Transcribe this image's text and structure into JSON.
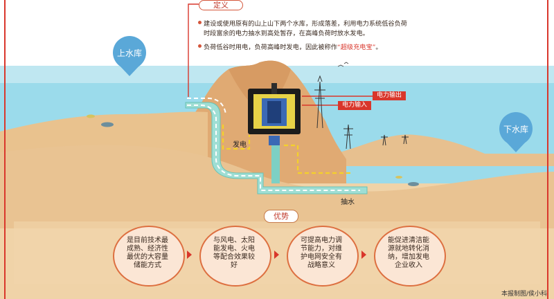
{
  "definition": {
    "tag": "定义",
    "line1": "建设或使用原有的山上山下两个水库，形成落差，利用电力系统低谷负荷",
    "line2": "时段富余的电力抽水到高处暂存，在高峰负荷时放水发电。",
    "line3_prefix": "负荷低谷时用电，负荷高峰时发电，因此被称作",
    "line3_highlight": "“超级充电宝”",
    "line3_suffix": "。"
  },
  "upper_reservoir": "上水库",
  "lower_reservoir": "下水库",
  "power_output": "电力输出",
  "power_input": "电力输入",
  "generating": "发电",
  "pumping": "抽水",
  "advantages": {
    "tag": "优势",
    "items": [
      "是目前技术最成熟、经济性最优的大容量储能方式",
      "与风电、太阳能发电、火电等配合效果较好",
      "可提高电力调节能力，对维护电网安全有战略意义",
      "能促进清洁能源就地转化消纳，增加发电企业收入"
    ]
  },
  "credit": "本报制图/侯小科",
  "colors": {
    "accent": "#d9362b",
    "sea": "#8fd3e6",
    "mountain": "#e2b27c",
    "pin": "#5aa8d8",
    "pipe": "#9bdcd2"
  }
}
